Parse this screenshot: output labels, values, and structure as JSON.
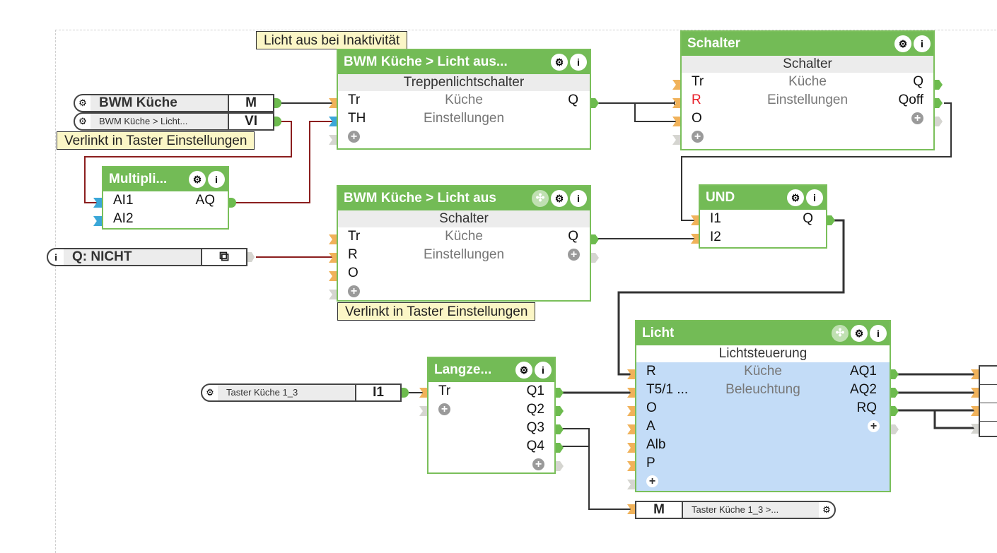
{
  "notes": {
    "top": "Licht aus bei Inaktivität",
    "linked1": "Verlinkt in Taster Einstellungen",
    "linked2": "Verlinkt in Taster Einstellungen"
  },
  "connectors": {
    "bwm_kueche": {
      "name": "BWM Küche",
      "tag": "M"
    },
    "bwm_licht": {
      "name": "BWM Küche > Licht...",
      "tag": "VI"
    },
    "q_nicht": {
      "name": "Q: NICHT",
      "tag": "⧉"
    },
    "taster": {
      "name": "Taster Küche 1_3",
      "tag": "I1"
    },
    "taster_out": {
      "name": "Taster Küche 1_3 >...",
      "tag": "M"
    }
  },
  "blocks": {
    "treppen": {
      "title": "BWM Küche > Licht aus...",
      "type": "Treppenlichtschalter",
      "room": "Küche",
      "category": "Einstellungen",
      "inputs": [
        "Tr",
        "TH"
      ],
      "outputs": [
        "Q"
      ]
    },
    "schalter_top": {
      "title": "Schalter",
      "type": "Schalter",
      "room": "Küche",
      "category": "Einstellungen",
      "inputs": [
        "Tr",
        "R",
        "O"
      ],
      "outputs": [
        "Q",
        "Qoff"
      ]
    },
    "multipli": {
      "title": "Multipli...",
      "inputs": [
        "AI1",
        "AI2"
      ],
      "outputs": [
        "AQ"
      ]
    },
    "schalter_mid": {
      "title": "BWM Küche > Licht aus",
      "type": "Schalter",
      "room": "Küche",
      "category": "Einstellungen",
      "inputs": [
        "Tr",
        "R",
        "O"
      ],
      "outputs": [
        "Q"
      ]
    },
    "und": {
      "title": "UND",
      "inputs": [
        "I1",
        "I2"
      ],
      "outputs": [
        "Q"
      ]
    },
    "langze": {
      "title": "Langze...",
      "inputs": [
        "Tr"
      ],
      "outputs": [
        "Q1",
        "Q2",
        "Q3",
        "Q4"
      ]
    },
    "licht": {
      "title": "Licht",
      "type": "Lichtsteuerung",
      "room": "Küche",
      "category": "Beleuchtung",
      "inputs": [
        "R",
        "T5/1 ...",
        "O",
        "A",
        "Alb",
        "P"
      ],
      "outputs": [
        "AQ1",
        "AQ2",
        "RQ"
      ]
    }
  },
  "icons": {
    "gear": "⚙",
    "info": "i",
    "move": "✣",
    "plus": "+"
  },
  "colors": {
    "block_header": "#73bb56",
    "input_pin": "#f0b25a",
    "analog_pin": "#3aa7d8",
    "output_pin": "#6dbb4e",
    "wire": "#333333",
    "wire_analog": "#8b1e1e",
    "note_bg": "#fbf6c6",
    "licht_body": "#c3dcf7"
  }
}
